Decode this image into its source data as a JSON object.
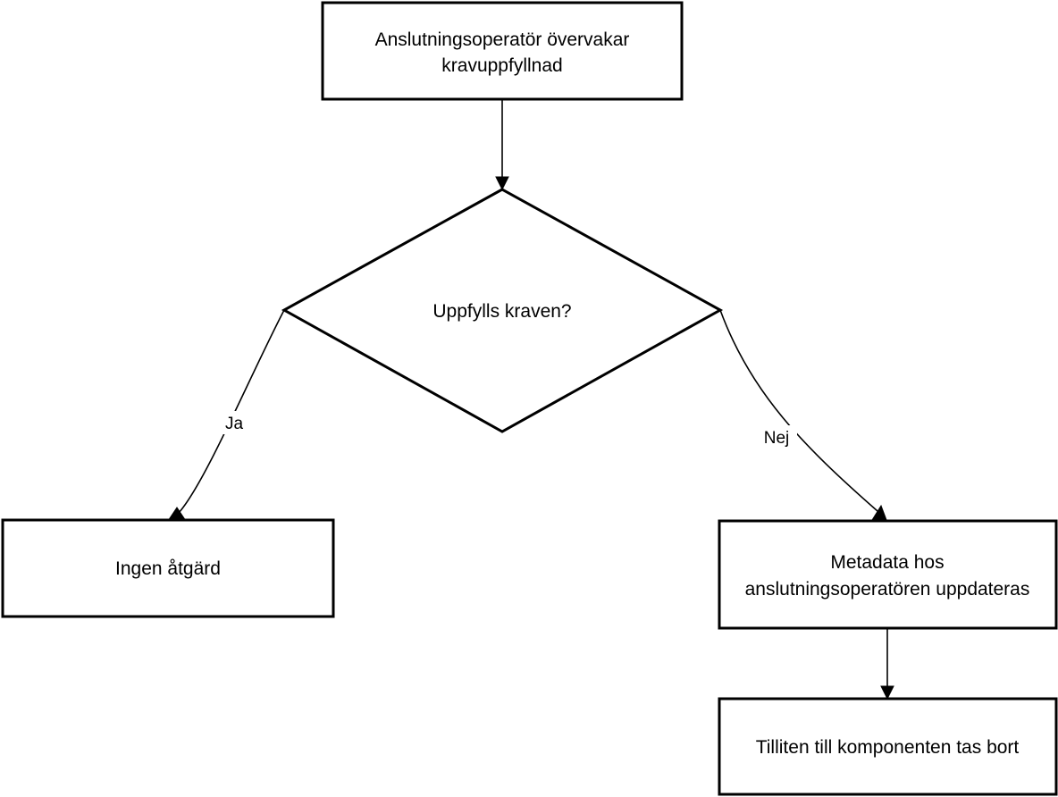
{
  "nodes": {
    "start": {
      "lines": [
        "Anslutningsoperatör övervakar",
        "kravuppfyllnad"
      ]
    },
    "decision": {
      "lines": [
        "Uppfylls kraven?"
      ]
    },
    "no_action": {
      "lines": [
        "Ingen åtgärd"
      ]
    },
    "metadata": {
      "lines": [
        "Metadata hos",
        "anslutningsoperatören uppdateras"
      ]
    },
    "trust_removed": {
      "lines": [
        "Tilliten till komponenten tas bort"
      ]
    }
  },
  "edges": {
    "yes": {
      "label": "Ja"
    },
    "no": {
      "label": "Nej"
    }
  },
  "colors": {
    "stroke": "#000000",
    "fill": "#ffffff",
    "text": "#000000"
  }
}
